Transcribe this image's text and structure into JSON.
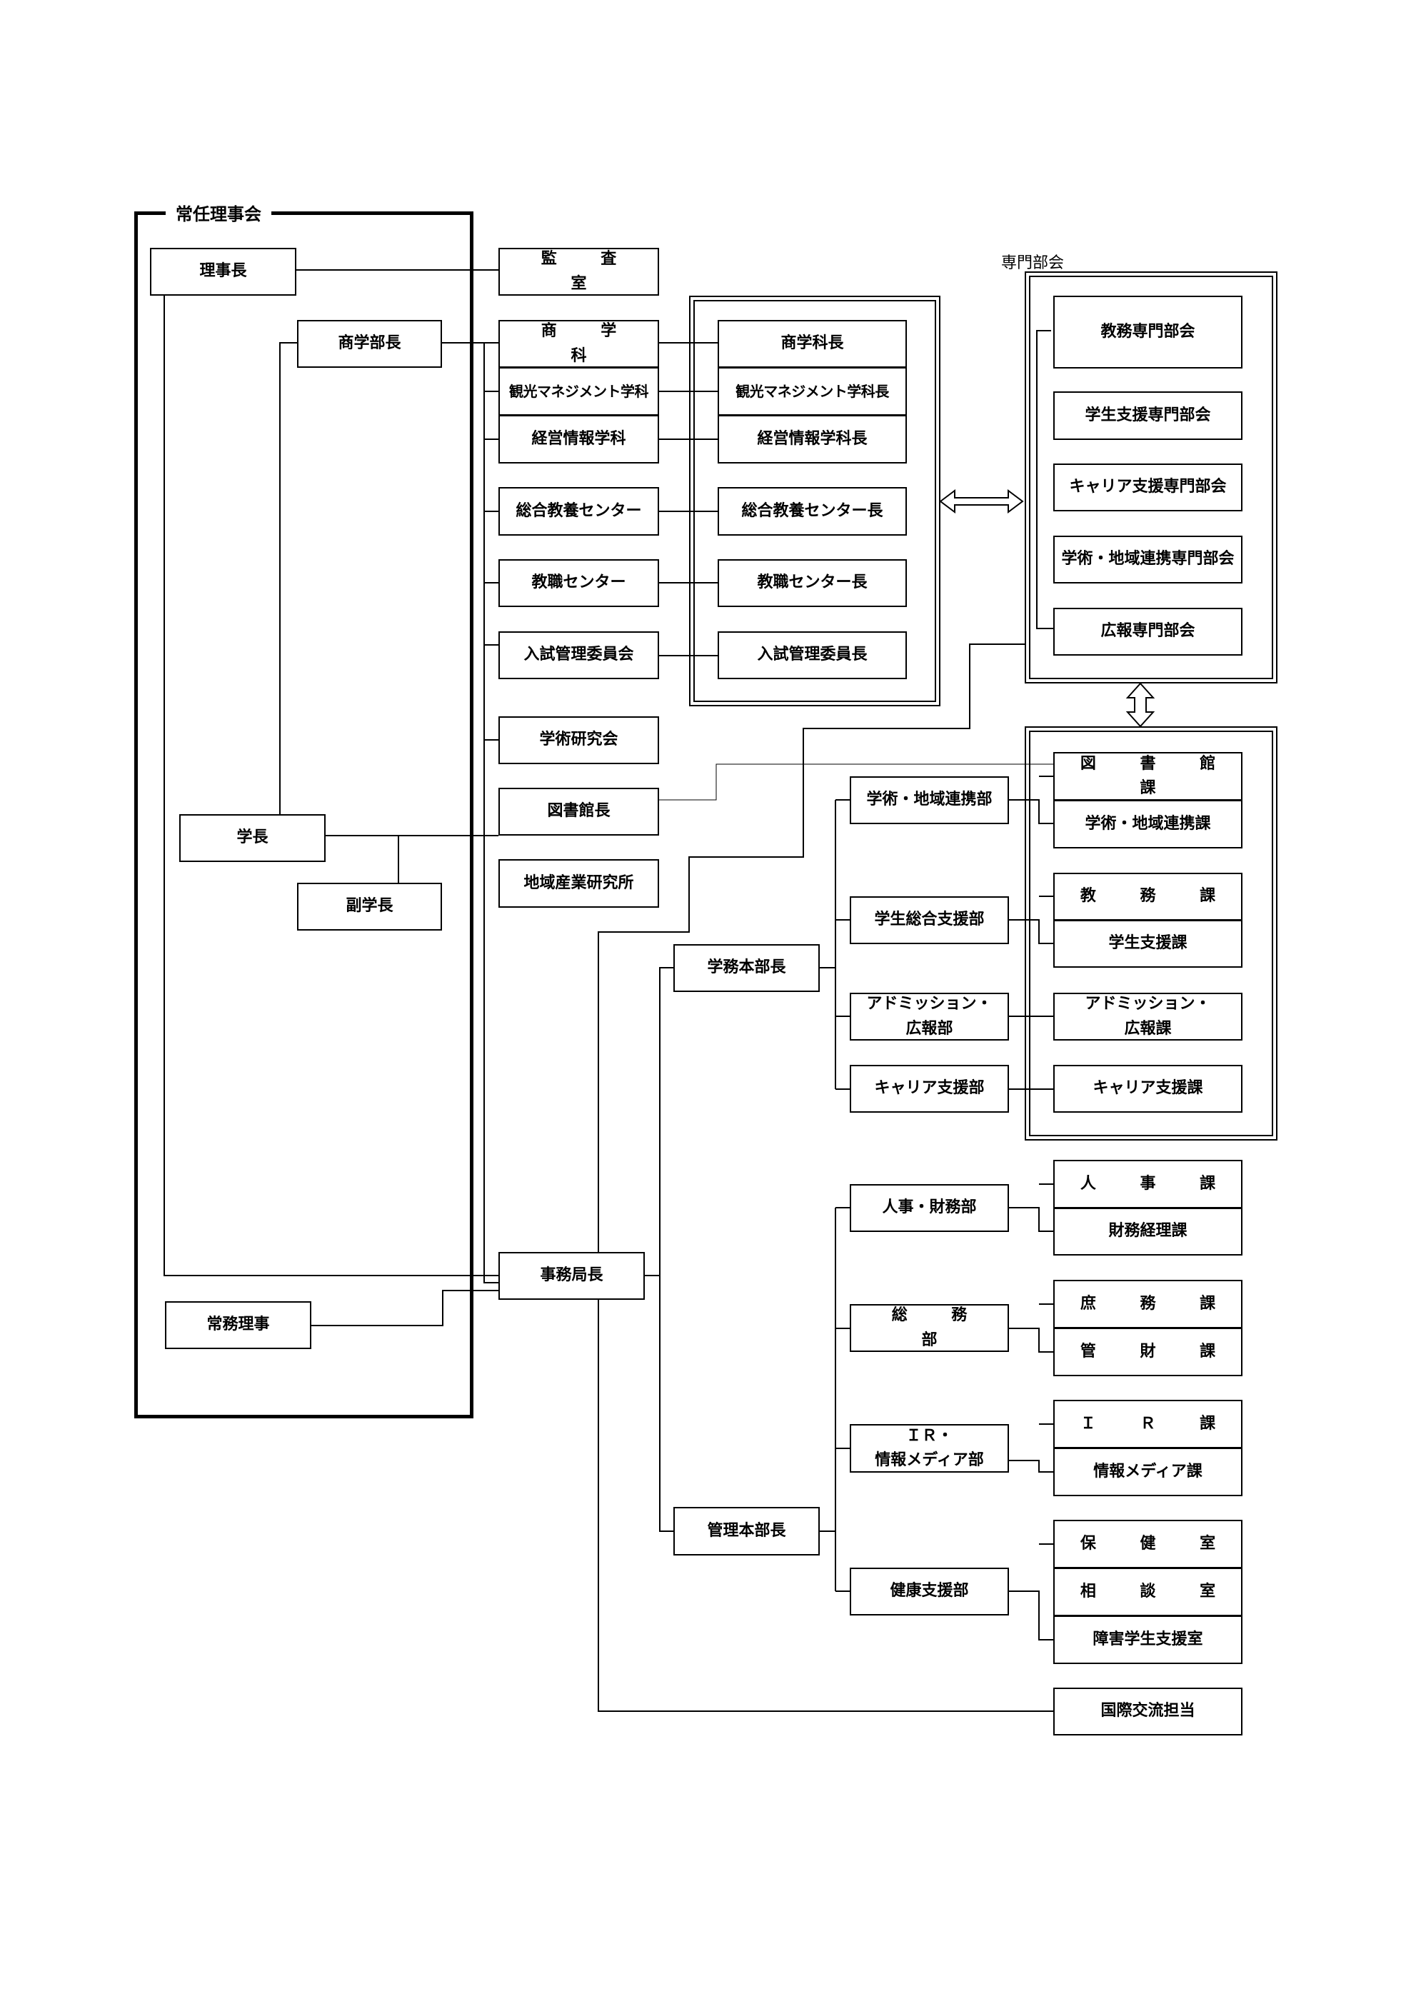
{
  "frames": {
    "board": "常任理事会",
    "committees": "専門部会"
  },
  "left": {
    "chairman": "理事長",
    "dean": "商学部長",
    "president": "学長",
    "vice_president": "副学長",
    "executive_director": "常務理事"
  },
  "middle": {
    "audit": "監　査　室",
    "commerce": "商　学　科",
    "tourism": "観光マネジメント学科",
    "infomgmt": "経営情報学科",
    "general_ed": "総合教養センター",
    "teacher_center": "教職センター",
    "admissions_committee": "入試管理委員会",
    "research_society": "学術研究会",
    "librarian": "図書館長",
    "regional_institute": "地域産業研究所",
    "secretary_general": "事務局長"
  },
  "heads": {
    "commerce_head": "商学科長",
    "tourism_head": "観光マネジメント学科長",
    "infomgmt_head": "経営情報学科長",
    "general_ed_head": "総合教養センター長",
    "teacher_center_head": "教職センター長",
    "admissions_head": "入試管理委員長"
  },
  "committees": {
    "academic": "教務専門部会",
    "student_support": "学生支援専門部会",
    "career": "キャリア支援専門部会",
    "regional": "学術・地域連携専門部会",
    "pr": "広報専門部会"
  },
  "academic_affairs": {
    "head": "学務本部長",
    "dept_regional": "学術・地域連携部",
    "dept_student": "学生総合支援部",
    "dept_admission": "アドミッション・\n広報部",
    "dept_career": "キャリア支援部",
    "sec_library": "図　書　館　課",
    "sec_regional": "学術・地域連携課",
    "sec_academic": "教　務　課",
    "sec_student": "学生支援課",
    "sec_admission": "アドミッション・\n広報課",
    "sec_career": "キャリア支援課"
  },
  "administration": {
    "head": "管理本部長",
    "dept_hr": "人事・財務部",
    "dept_general": "総　務　部",
    "dept_ir": "ＩＲ・\n情報メディア部",
    "dept_health": "健康支援部",
    "sec_personnel": "人　事　課",
    "sec_finance": "財務経理課",
    "sec_general": "庶　務　課",
    "sec_property": "管　財　課",
    "sec_ir": "Ｉ　Ｒ　課",
    "sec_media": "情報メディア課",
    "sec_health": "保　健　室",
    "sec_counsel": "相　談　室",
    "sec_disability": "障害学生支援室"
  },
  "international": "国際交流担当"
}
